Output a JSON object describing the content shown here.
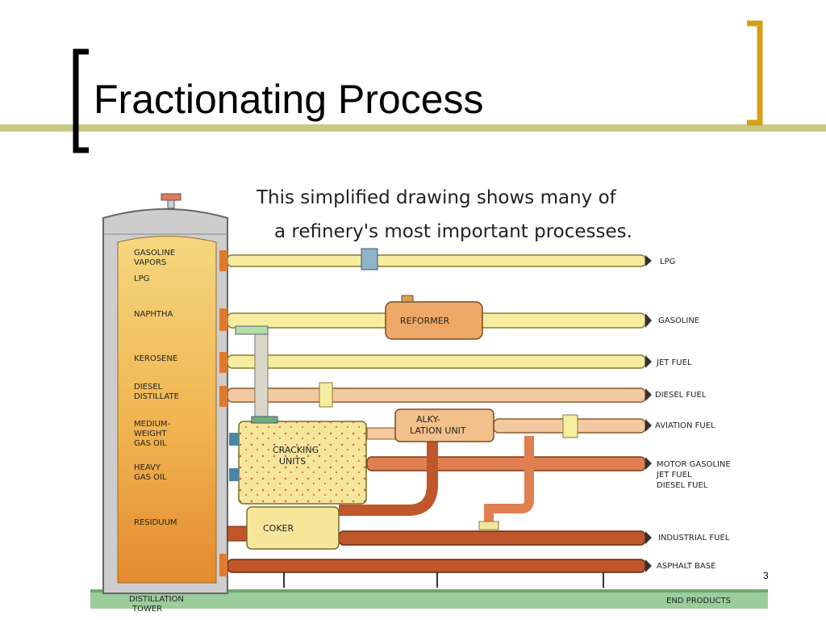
{
  "slide": {
    "title": "Fractionating Process",
    "page_number": "3",
    "colors": {
      "bracket": "#D4A017",
      "title_rule": "#C9C98A",
      "tower_fill": "#E9A43F",
      "pipe_yellow": "#F6EDA0",
      "pipe_peach": "#F2C9A0",
      "pipe_orange": "#E08050",
      "pipe_rust": "#C0562B",
      "ground": "#8FCB8F"
    }
  },
  "diagram": {
    "caption_line1": "This simplified drawing shows many of",
    "caption_line2": "a refinery's most important processes.",
    "tower_label_line1": "DISTILLATION",
    "tower_label_line2": "TOWER",
    "end_products_label": "END PRODUCTS",
    "fractions": {
      "gasoline_vapors_line1": "GASOLINE",
      "gasoline_vapors_line2": "VAPORS",
      "lpg": "LPG",
      "naphtha": "NAPHTHA",
      "kerosene": "KEROSENE",
      "diesel_line1": "DIESEL",
      "diesel_line2": "DISTILLATE",
      "mwgo_line1": "MEDIUM-",
      "mwgo_line2": "WEIGHT",
      "mwgo_line3": "GAS OIL",
      "hgo_line1": "HEAVY",
      "hgo_line2": "GAS OIL",
      "residuum": "RESIDUUM"
    },
    "units": {
      "reformer": "REFORMER",
      "alky_line1": "ALKY-",
      "alky_line2": "LATION UNIT",
      "cracking_line1": "CRACKING",
      "cracking_line2": "UNITS",
      "coker": "COKER"
    },
    "products": {
      "lpg": "LPG",
      "gasoline": "GASOLINE",
      "jet_fuel": "JET FUEL",
      "diesel_fuel": "DIESEL FUEL",
      "aviation_fuel": "AVIATION FUEL",
      "motor_line1": "MOTOR GASOLINE",
      "motor_line2": "JET FUEL",
      "motor_line3": "DIESEL FUEL",
      "industrial_fuel": "INDUSTRIAL FUEL",
      "asphalt_base": "ASPHALT BASE"
    }
  }
}
